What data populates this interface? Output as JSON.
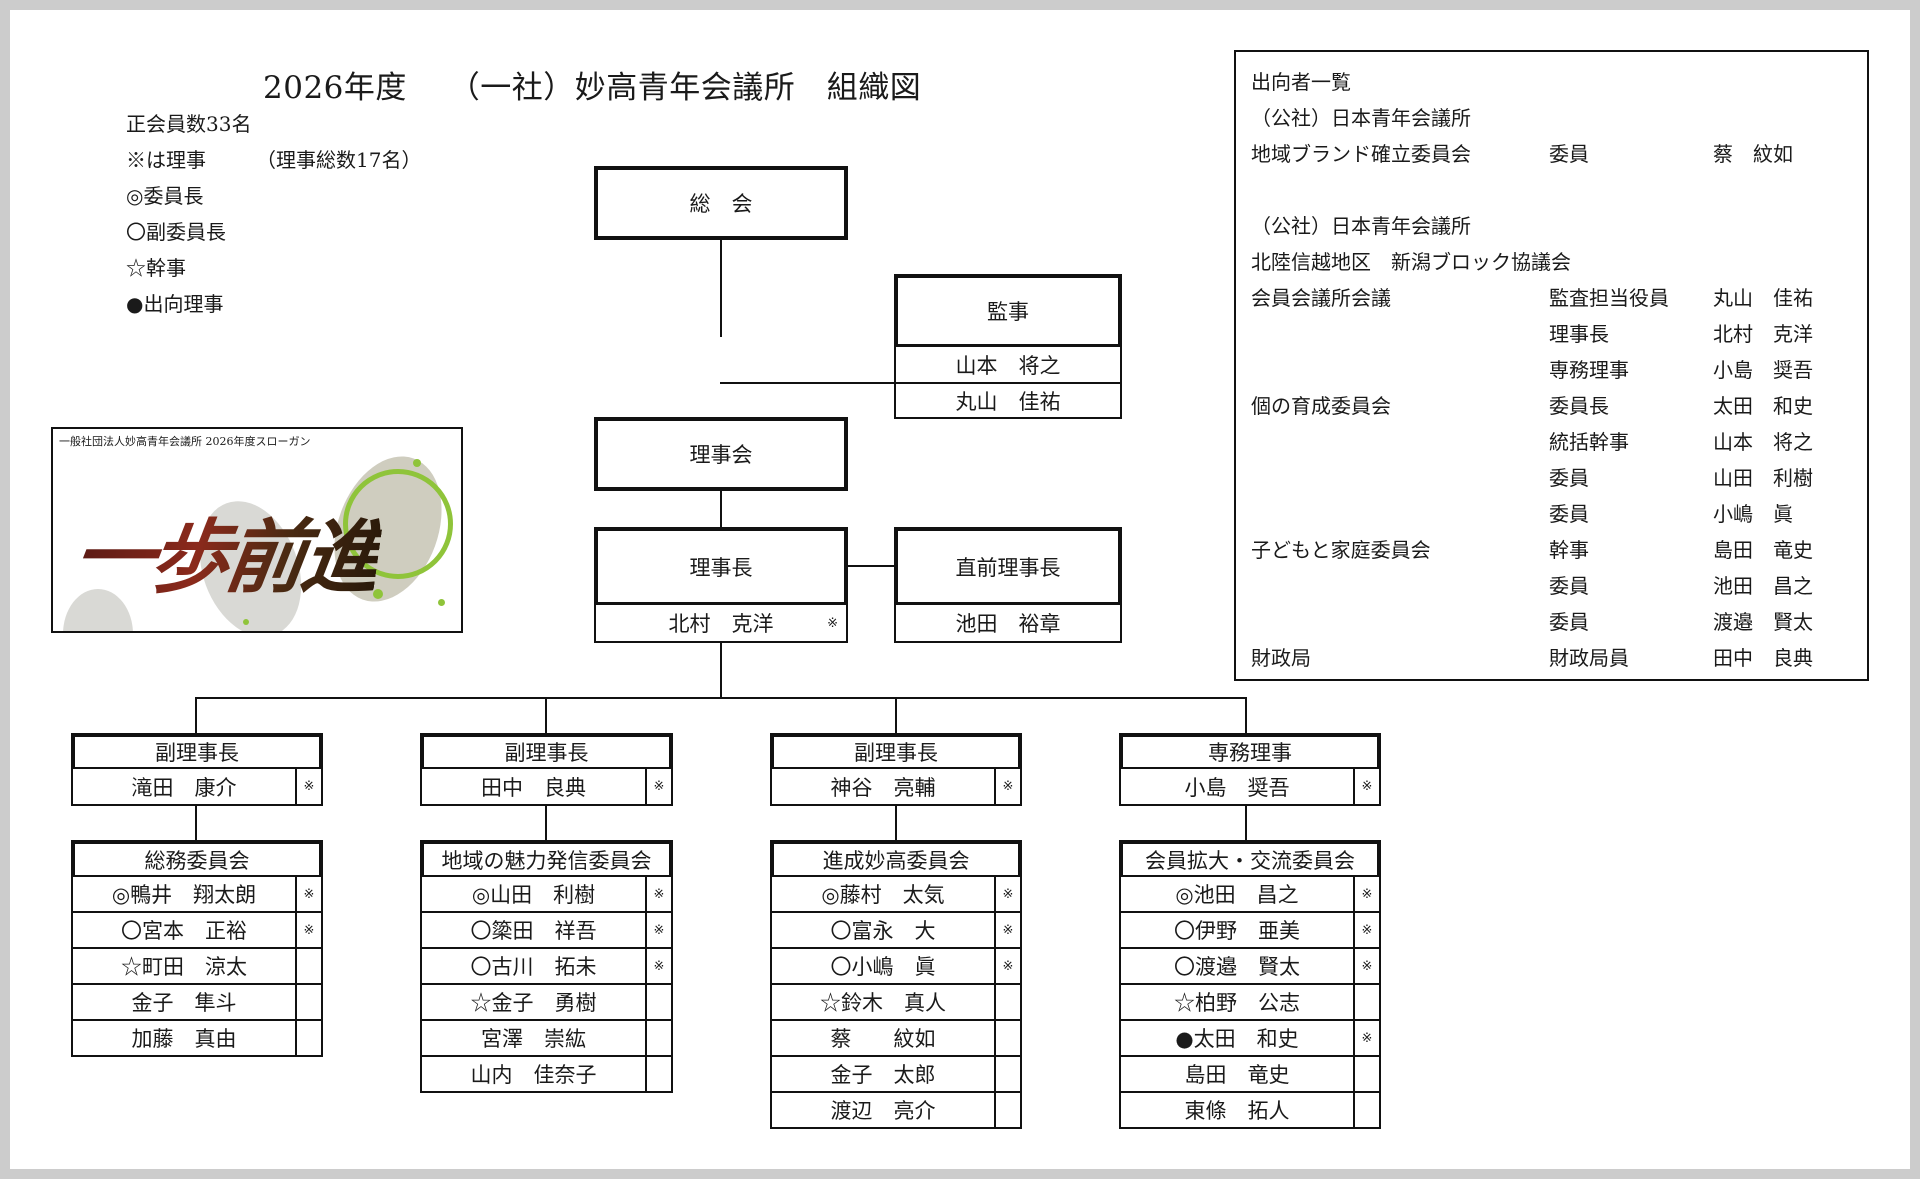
{
  "header": {
    "title": "2026年度　 （一社）妙高青年会議所　組織図"
  },
  "legend": {
    "members": "正会員数33名",
    "director_mark": "※は理事　　　（理事総数17名）",
    "chair": "◎委員長",
    "vice_chair": "〇副委員長",
    "secretary": "☆幹事",
    "seconded": "●出向理事"
  },
  "slogan": {
    "caption": "一般社団法人妙高青年会議所 2026年度スローガン",
    "text": "一歩前進",
    "colors": {
      "ink": "#5a1a14",
      "splash": "#8fc43a",
      "footprint": "#b9b9b3"
    }
  },
  "general_assembly": {
    "label": "総　会"
  },
  "auditors": {
    "label": "監事",
    "members": [
      "山本　将之",
      "丸山　佳祐"
    ]
  },
  "board": {
    "label": "理事会"
  },
  "president": {
    "label": "理事長",
    "name": "北村　克洋",
    "mark": "※"
  },
  "past_president": {
    "label": "直前理事長",
    "name": "池田　裕章"
  },
  "columns": [
    {
      "role": "副理事長",
      "officer": {
        "name": "滝田　康介",
        "mark": "※"
      },
      "committee": "総務委員会",
      "members": [
        {
          "name": "◎鴨井　翔太朗",
          "mark": "※"
        },
        {
          "name": "〇宮本　正裕",
          "mark": "※"
        },
        {
          "name": "☆町田　涼太",
          "mark": ""
        },
        {
          "name": "金子　隼斗",
          "mark": ""
        },
        {
          "name": "加藤　真由",
          "mark": ""
        }
      ]
    },
    {
      "role": "副理事長",
      "officer": {
        "name": "田中　良典",
        "mark": "※"
      },
      "committee": "地域の魅力発信委員会",
      "members": [
        {
          "name": "◎山田　利樹",
          "mark": "※"
        },
        {
          "name": "〇簗田　祥吾",
          "mark": "※"
        },
        {
          "name": "〇古川　拓未",
          "mark": "※"
        },
        {
          "name": "☆金子　勇樹",
          "mark": ""
        },
        {
          "name": "宮澤　崇紘",
          "mark": ""
        },
        {
          "name": "山内　佳奈子",
          "mark": ""
        }
      ]
    },
    {
      "role": "副理事長",
      "officer": {
        "name": "神谷　亮輔",
        "mark": "※"
      },
      "committee": "進成妙高委員会",
      "members": [
        {
          "name": "◎藤村　太気",
          "mark": "※"
        },
        {
          "name": "〇富永　大",
          "mark": "※"
        },
        {
          "name": "〇小嶋　眞",
          "mark": "※"
        },
        {
          "name": "☆鈴木　真人",
          "mark": ""
        },
        {
          "name": "蔡　　紋如",
          "mark": ""
        },
        {
          "name": "金子　太郎",
          "mark": ""
        },
        {
          "name": "渡辺　亮介",
          "mark": ""
        }
      ]
    },
    {
      "role": "専務理事",
      "officer": {
        "name": "小島　奨吾",
        "mark": "※"
      },
      "committee": "会員拡大・交流委員会",
      "members": [
        {
          "name": "◎池田　昌之",
          "mark": "※"
        },
        {
          "name": "〇伊野　亜美",
          "mark": "※"
        },
        {
          "name": "〇渡邉　賢太",
          "mark": "※"
        },
        {
          "name": "☆柏野　公志",
          "mark": ""
        },
        {
          "name": "●太田　和史",
          "mark": "※"
        },
        {
          "name": "島田　竜史",
          "mark": ""
        },
        {
          "name": "東條　拓人",
          "mark": ""
        }
      ]
    }
  ],
  "secondment": {
    "title": "出向者一覧",
    "org1": "（公社）日本青年会議所",
    "org1_rows": [
      {
        "committee": "地域ブランド確立委員会",
        "role": "委員",
        "name": "蔡　紋如"
      }
    ],
    "org2": "（公社）日本青年会議所",
    "org2_sub": "北陸信越地区　新潟ブロック協議会",
    "org2_rows": [
      {
        "committee": "会員会議所会議",
        "role": "監査担当役員",
        "name": "丸山　佳祐"
      },
      {
        "committee": "",
        "role": "理事長",
        "name": "北村　克洋"
      },
      {
        "committee": "",
        "role": "専務理事",
        "name": "小島　奨吾"
      },
      {
        "committee": "個の育成委員会",
        "role": "委員長",
        "name": "太田　和史"
      },
      {
        "committee": "",
        "role": "統括幹事",
        "name": "山本　将之"
      },
      {
        "committee": "",
        "role": "委員",
        "name": "山田　利樹"
      },
      {
        "committee": "",
        "role": "委員",
        "name": "小嶋　眞"
      },
      {
        "committee": "子どもと家庭委員会",
        "role": "幹事",
        "name": "島田　竜史"
      },
      {
        "committee": "",
        "role": "委員",
        "name": "池田　昌之"
      },
      {
        "committee": "",
        "role": "委員",
        "name": "渡邉　賢太"
      },
      {
        "committee": "財政局",
        "role": "財政局員",
        "name": "田中　良典"
      }
    ]
  }
}
